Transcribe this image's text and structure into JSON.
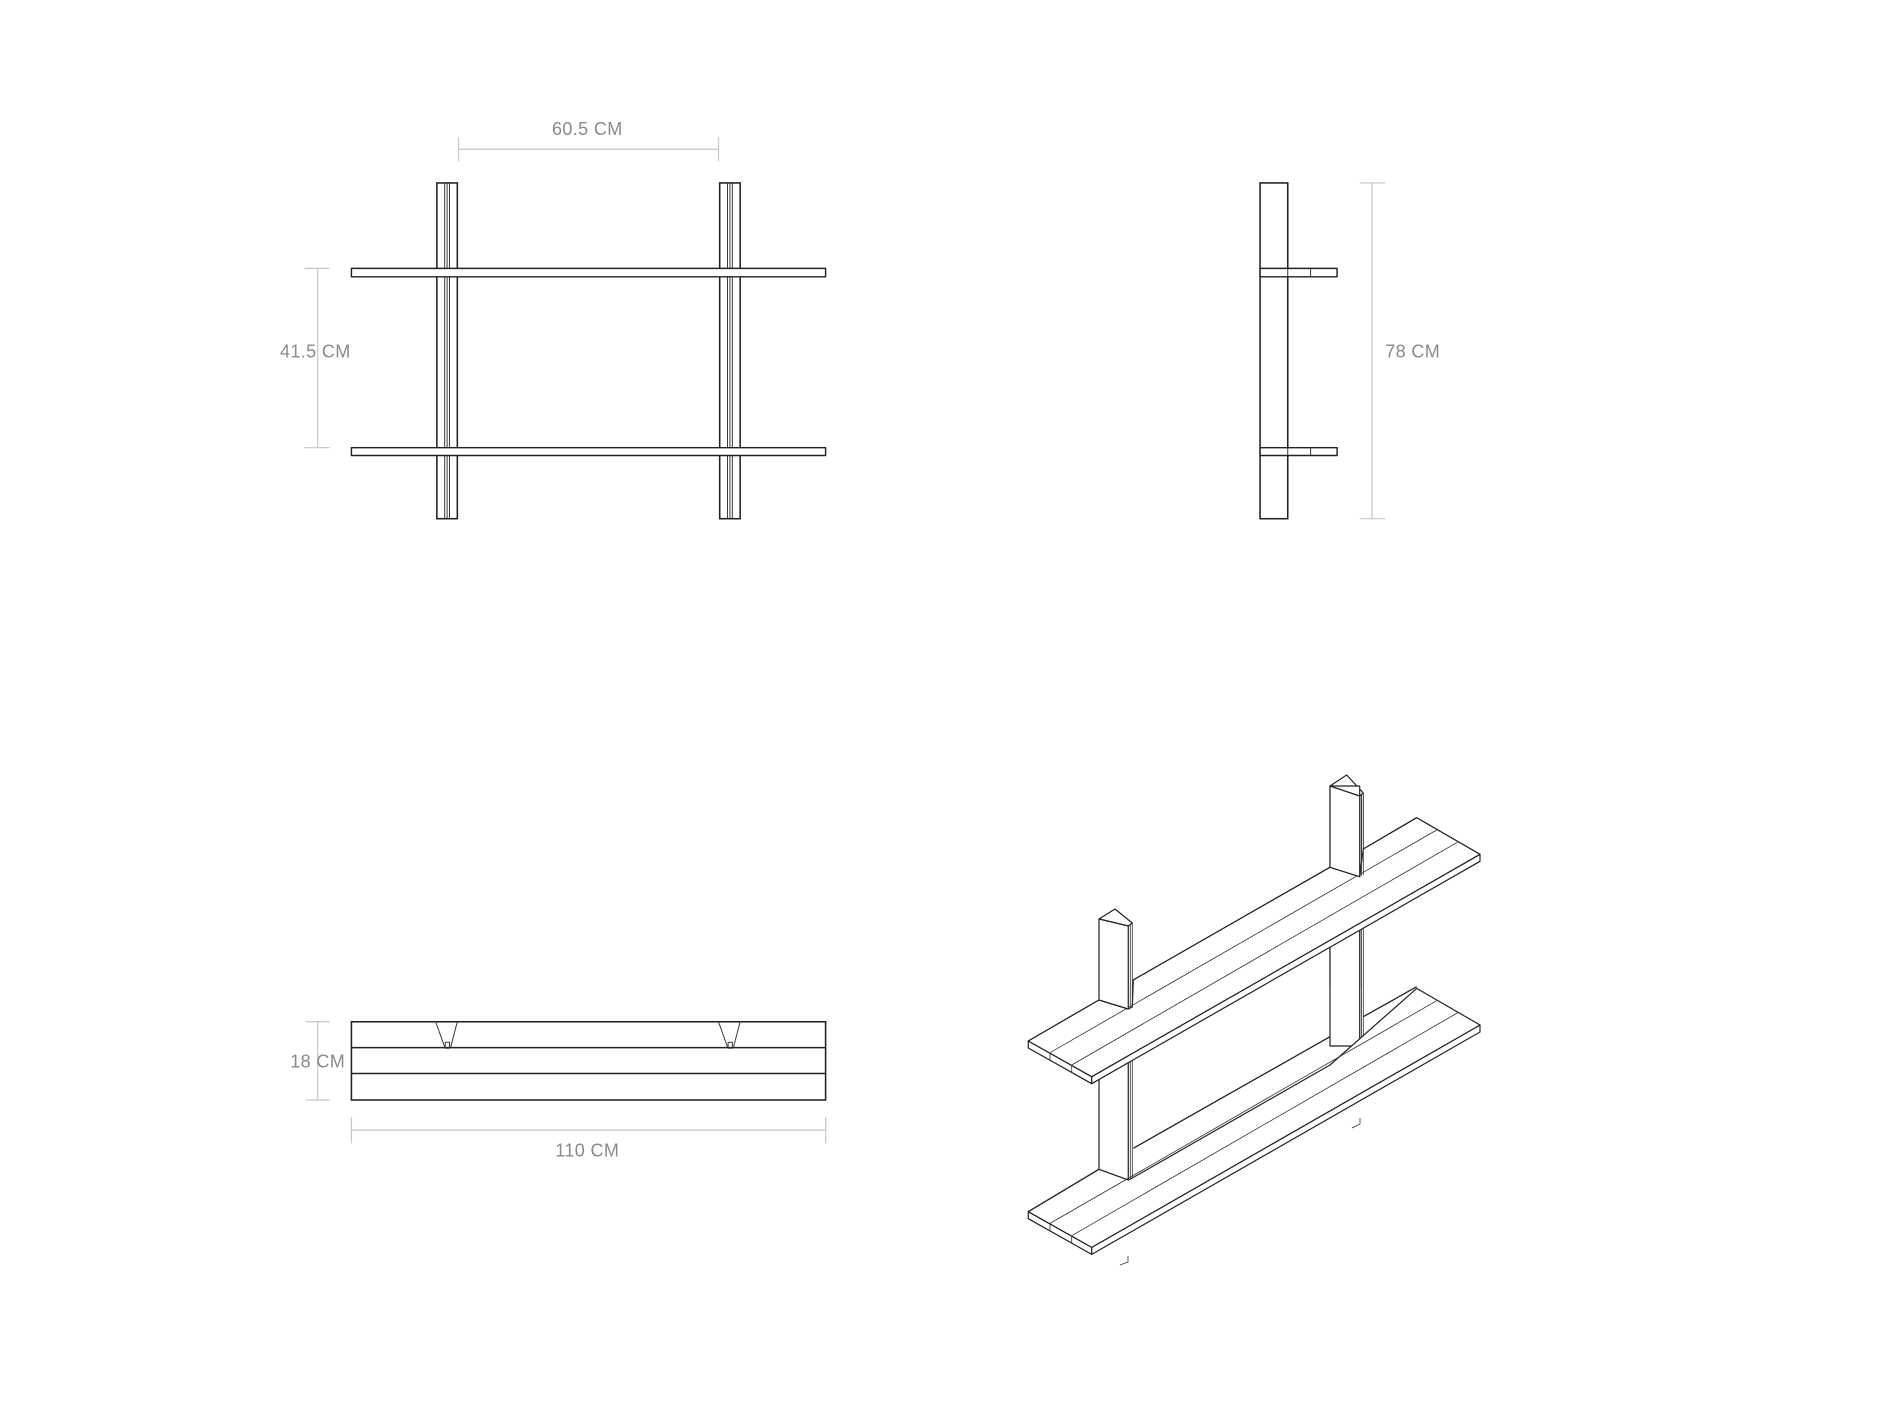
{
  "front_view": {
    "width_label": "60.5 CM",
    "height_label": "41.5 CM"
  },
  "side_view": {
    "height_label": "78 CM"
  },
  "top_view": {
    "depth_label": "18 CM",
    "length_label": "110 CM"
  },
  "colors": {
    "line": "#222222",
    "dimension_line": "#c8c8c8",
    "label": "#8a8a8a"
  }
}
